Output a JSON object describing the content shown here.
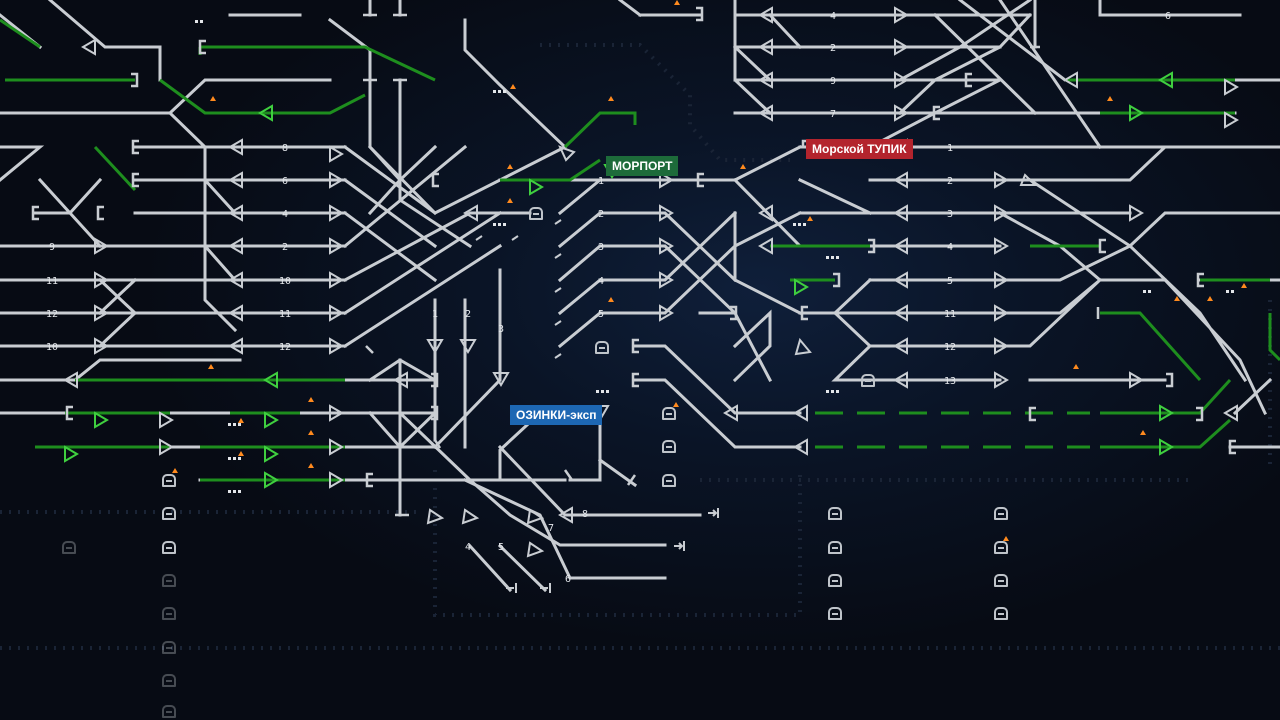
{
  "labels": {
    "morport": "МОРПОРТ",
    "morskoy_tupik": "Морской ТУПИК",
    "ozinki": "ОЗИНКИ-эксп"
  },
  "left_yard_tracks": [
    "8",
    "6",
    "4",
    "2",
    "10",
    "11",
    "12"
  ],
  "far_left_tracks": [
    "9",
    "11",
    "12",
    "10"
  ],
  "morport_tracks": [
    "1",
    "2",
    "3",
    "4",
    "5"
  ],
  "ozinki_tracks": [
    "1",
    "2",
    "3"
  ],
  "bottom_tracks": [
    "4",
    "5",
    "7",
    "8",
    "6"
  ],
  "right_yard_tracks": [
    "1",
    "2",
    "3",
    "4",
    "5",
    "11",
    "12",
    "13"
  ],
  "top_right_tracks": [
    "4",
    "2",
    "9",
    "7"
  ],
  "top_far_right_track": "6",
  "colors": {
    "background": "#070b14",
    "track": "#c9cdd2",
    "occupied_route": "#1e8e1e",
    "warning": "#ff8a1e",
    "tag_green": "#1d6b3a",
    "tag_red": "#b3242d",
    "tag_blue": "#1d67b3"
  }
}
